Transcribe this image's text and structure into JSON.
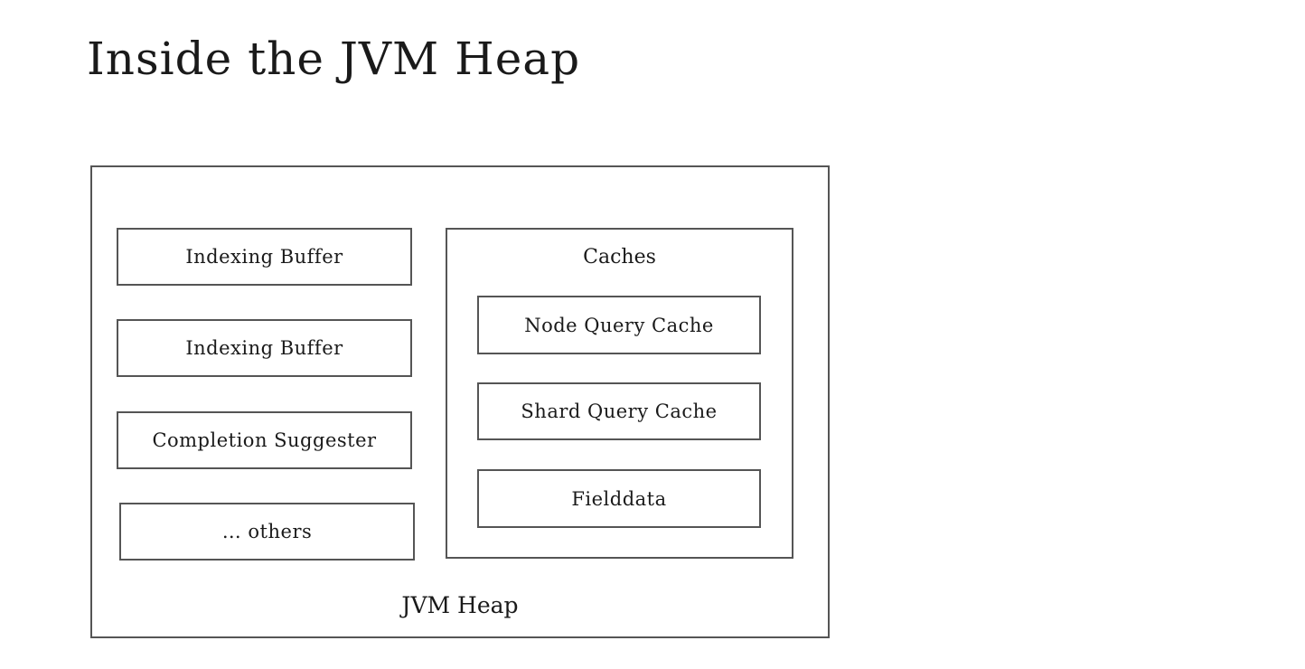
{
  "title": "Inside the JVM Heap",
  "heap": {
    "label": "JVM Heap",
    "left_column": [
      "Indexing Buffer",
      "Indexing Buffer",
      "Completion Suggester",
      "… others"
    ],
    "caches": {
      "label": "Caches",
      "items": [
        "Node Query Cache",
        "Shard Query Cache",
        "Fielddata"
      ]
    }
  },
  "colors": {
    "border": "#555555",
    "text": "#1a1a1a",
    "background": "#ffffff"
  }
}
